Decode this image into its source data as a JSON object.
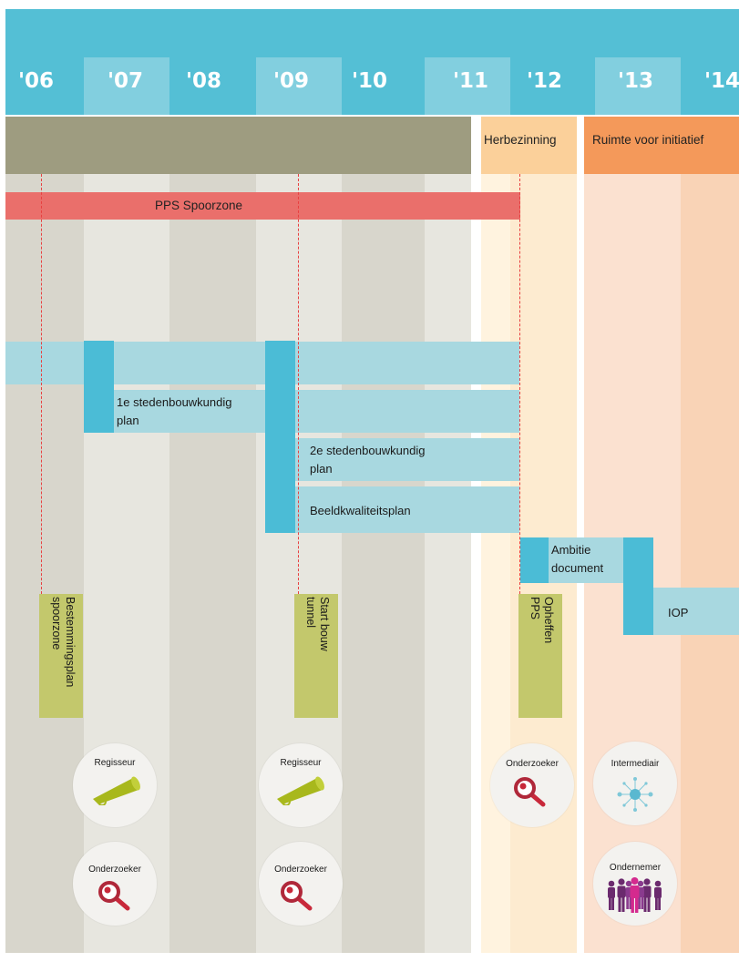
{
  "years": [
    "'06",
    "'07",
    "'08",
    "'09",
    "'10",
    "'11",
    "'12",
    "'13",
    "'14"
  ],
  "phases": {
    "herbezinning": "Herbezinning",
    "ruimte": "Ruimte voor initiatief"
  },
  "pps_bar": "PPS Spoorzone",
  "plans": {
    "plan1_line1": "1e stedenbouwkundig",
    "plan1_line2": "plan",
    "plan2_line1": "2e stedenbouwkundig",
    "plan2_line2": "plan",
    "beeld": "Beeldkwaliteitsplan",
    "ambitie_line1": "Ambitie",
    "ambitie_line2": "document",
    "iop": "IOP"
  },
  "milestones": {
    "m1_line1": "Bestemmingsplan",
    "m1_line2": "spoorzone",
    "m2_line1": "Start bouw",
    "m2_line2": "tunnel",
    "m3_line1": "Opheffen",
    "m3_line2": "PPS"
  },
  "roles": {
    "r07_top": "Regisseur",
    "r07_bottom": "Onderzoeker",
    "r09_top": "Regisseur",
    "r09_bottom": "Onderzoeker",
    "r12_top": "Onderzoeker",
    "r13_top": "Intermediair",
    "r13_bottom": "Ondernemer"
  },
  "colors": {
    "header": "#54bfd5",
    "header_alt": "#82cfdf",
    "olive": "#9e9c80",
    "herbezinning": "#fbd09a",
    "ruimte": "#f4995a",
    "pps": "#ea6f6b",
    "bar_light": "#a8d8e0",
    "bar_dark": "#4bbcd6",
    "milestone": "#c3c86c",
    "dash": "#e84040"
  }
}
